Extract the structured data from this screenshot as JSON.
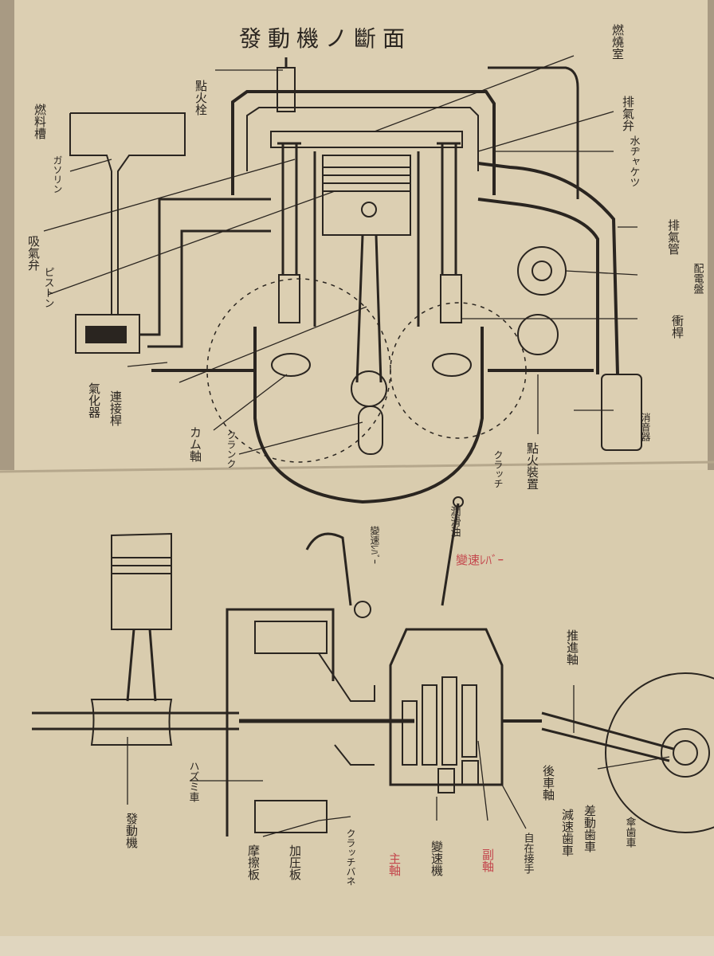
{
  "title": "發動機ノ斷面",
  "labels": {
    "spark_plug": "點火栓",
    "fuel_tank": "燃料槽",
    "gasoline": "ガソリン",
    "intake_valve": "吸氣弁",
    "piston": "ピストン",
    "carburetor": "氣化器",
    "connecting_rod": "連接桿",
    "cam_shaft": "カム軸",
    "crank": "クランク",
    "combustion_chamber": "燃燒室",
    "exhaust_valve": "排氣弁",
    "water_jacket": "水ヂャケツ",
    "exhaust_pipe": "排氣管",
    "magneto": "配電盤",
    "rocker": "衝桿",
    "muffler": "消音器",
    "ignition_device": "點火裝置",
    "lubricating_oil": "潤滑油",
    "clutch_pedal": "クラッチ",
    "gear_shift": "變速ﾚﾊﾞｰ",
    "propeller_shaft": "推進軸",
    "flywheel": "ハズミ車",
    "clutch_plate": "摩擦板",
    "pressure_plate": "加圧板",
    "clutch_spring": "クラッチバネ",
    "main_shaft": "主軸",
    "transmission": "變速機",
    "counter_shaft": "副軸",
    "universal_joint": "自在接手",
    "rear_axle": "後車軸",
    "differential": "差動歯車",
    "reduction_gear": "減速歯車",
    "bevel_gear": "傘歯車",
    "engine": "發動機"
  },
  "colors": {
    "paper": "#ddd0b3",
    "ink": "#2a2520",
    "red_ink": "#c4474d"
  }
}
